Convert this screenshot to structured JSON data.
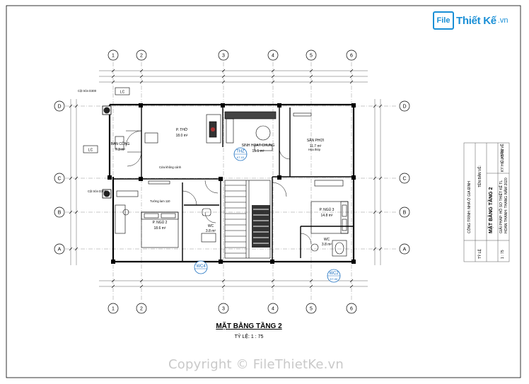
{
  "logo": {
    "badge": "File",
    "name": "Thiết Kế",
    "domain": ".vn"
  },
  "drawing": {
    "title": "MẶT BẰNG TẦNG 2",
    "scale": "TỶ LỆ: 1 : 75",
    "grid_cols": [
      "1",
      "2",
      "3",
      "4",
      "5",
      "6"
    ],
    "grid_rows": [
      "D",
      "C",
      "B",
      "A"
    ],
    "rooms": {
      "bancong": {
        "name": "BAN CÔNG",
        "area": "7.3 m²"
      },
      "ptho": {
        "name": "P. THỜ",
        "area": "18.0 m²"
      },
      "sinhhoat": {
        "name": "SINH HOẠT CHUNG",
        "area": "15.1 m²"
      },
      "sanphoi": {
        "name": "SÂN PHƠI",
        "area": "11.7 m²"
      },
      "ngu2": {
        "name": "P. NGỦ 2",
        "area": "18.6 m²"
      },
      "ngu3": {
        "name": "P. NGỦ 3",
        "area": "14.8 m²"
      },
      "wc_left": {
        "name": "WC",
        "area": "3.8 m²"
      },
      "wc_right": {
        "name": "WC",
        "area": "3.8 m²"
      }
    },
    "notes": {
      "cua_khong_canh": "Cửa không cánh",
      "tuong_lam": "Tường lam 110",
      "hoa_thep": "Hoa thép",
      "lc": "LC",
      "cot_tron1": "Cột tròn D300",
      "cot_tron2": "Cột tròn D300"
    },
    "tags": {
      "thz": "THZ",
      "thz_sub": "KT-03",
      "wc4": "WC4",
      "wc2": "WC2",
      "wc2_sub": "KT-06"
    }
  },
  "titleblock": {
    "project": "CÔNG TRÌNH: NHÀ Ở GIA ĐÌNH",
    "sheet_label": "TÊN BẢN VẼ:",
    "sheet_name": "MẶT BẰNG TẦNG 2",
    "design": "GIẢI PHÁP: HỒ SƠ THIẾT KẾ TL",
    "drawn": "HOÀN THÀNH: THÁNG",
    "year": "NĂM 2020",
    "scale_label": "TỶ LỆ",
    "scale_val": "1 : 75",
    "code_label": "KÝ HIỆU BẢN VẼ",
    "code": "KT-02"
  },
  "copyright": "Copyright © FileThietKe.vn"
}
